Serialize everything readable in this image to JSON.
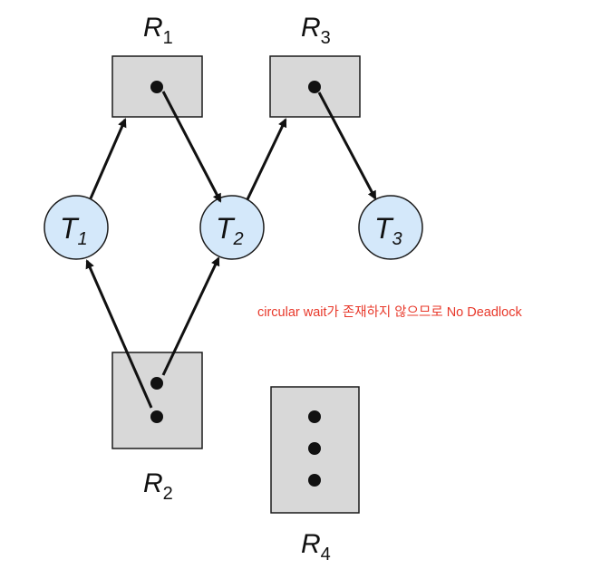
{
  "resources": [
    {
      "id": "R1",
      "letter": "R",
      "sub": "1",
      "instances": 1
    },
    {
      "id": "R2",
      "letter": "R",
      "sub": "2",
      "instances": 2
    },
    {
      "id": "R3",
      "letter": "R",
      "sub": "3",
      "instances": 1
    },
    {
      "id": "R4",
      "letter": "R",
      "sub": "4",
      "instances": 3
    }
  ],
  "threads": [
    {
      "id": "T1",
      "letter": "T",
      "sub": "1"
    },
    {
      "id": "T2",
      "letter": "T",
      "sub": "2"
    },
    {
      "id": "T3",
      "letter": "T",
      "sub": "3"
    }
  ],
  "edges": [
    {
      "from": "T1",
      "to": "R1",
      "kind": "request"
    },
    {
      "from": "R1",
      "to": "T2",
      "kind": "assignment"
    },
    {
      "from": "T2",
      "to": "R3",
      "kind": "request"
    },
    {
      "from": "R3",
      "to": "T3",
      "kind": "assignment"
    },
    {
      "from": "R2",
      "to": "T1",
      "kind": "assignment"
    },
    {
      "from": "R2",
      "to": "T2",
      "kind": "assignment"
    }
  ],
  "note": "circular wait가 존재하지 않으므로 No Deadlock",
  "colors": {
    "thread_fill": "#d4e8fa",
    "resource_fill": "#d8d8d8",
    "note": "#e8382a"
  }
}
